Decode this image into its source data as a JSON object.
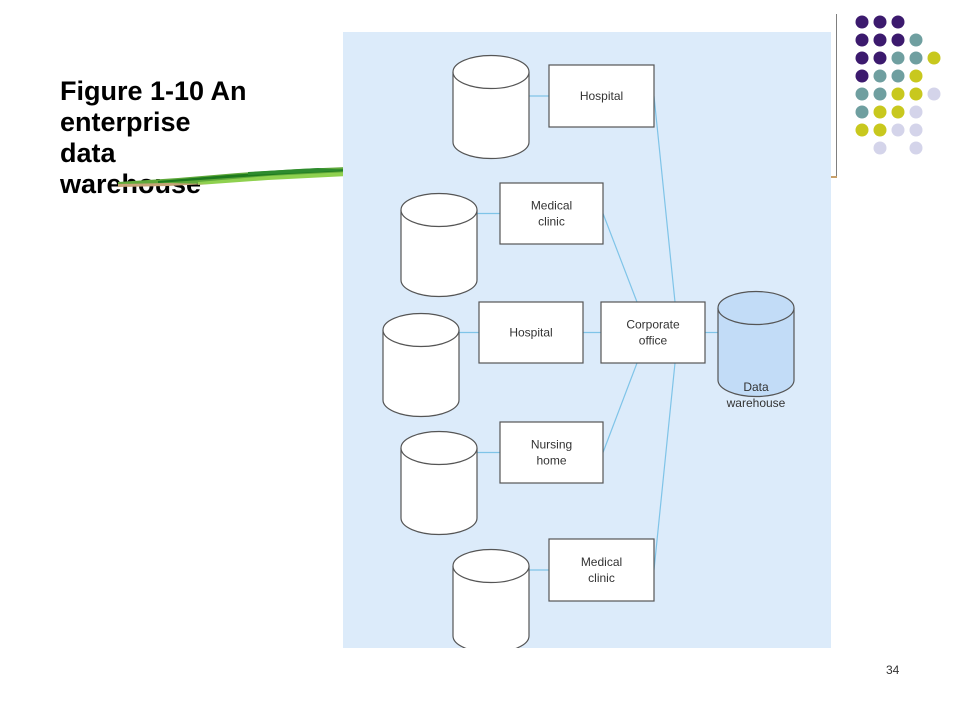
{
  "slide": {
    "title_lines": [
      "Figure 1-10 An",
      "enterprise",
      "data",
      "warehouse"
    ],
    "page_number": "34"
  },
  "diagram": {
    "sources": [
      {
        "lines": [
          "Hospital"
        ]
      },
      {
        "lines": [
          "Medical",
          "clinic"
        ]
      },
      {
        "lines": [
          "Hospital"
        ]
      },
      {
        "lines": [
          "Nursing",
          "home"
        ]
      },
      {
        "lines": [
          "Medical",
          "clinic"
        ]
      }
    ],
    "hub": {
      "lines": [
        "Corporate",
        "office"
      ]
    },
    "warehouse": {
      "lines": [
        "Data",
        "warehouse"
      ]
    }
  },
  "colors": {
    "panel_background": "#dcebfa",
    "connector": "#7fc4e8",
    "warehouse_fill": "#c2dcf7",
    "dot_purple": "#3c1a6e",
    "dot_teal": "#6f9fa0",
    "dot_olive": "#c8c81e",
    "dot_lavender": "#d4d4ea"
  },
  "decoration": {
    "dot_pattern": [
      [
        "purple",
        "purple",
        "purple",
        "",
        "",
        ""
      ],
      [
        "purple",
        "purple",
        "purple",
        "teal",
        "",
        ""
      ],
      [
        "purple",
        "purple",
        "teal",
        "teal",
        "olive",
        ""
      ],
      [
        "purple",
        "teal",
        "teal",
        "olive",
        "",
        ""
      ],
      [
        "teal",
        "teal",
        "olive",
        "olive",
        "lavender",
        ""
      ],
      [
        "teal",
        "olive",
        "olive",
        "lavender",
        "",
        ""
      ],
      [
        "olive",
        "olive",
        "lavender",
        "lavender",
        "",
        ""
      ],
      [
        "",
        "lavender",
        "",
        "lavender",
        "",
        ""
      ]
    ]
  }
}
